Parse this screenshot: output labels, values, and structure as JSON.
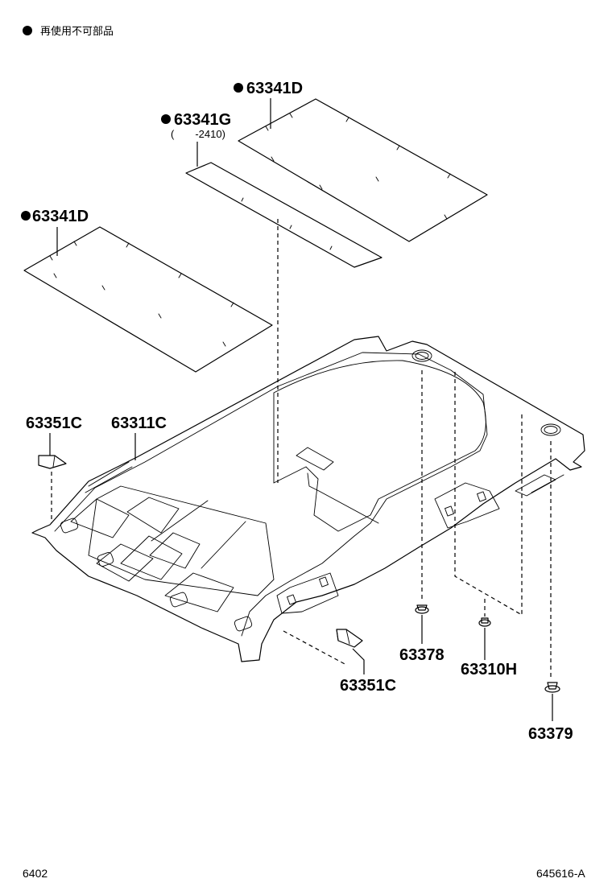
{
  "legend": {
    "text": "再使用不可部品"
  },
  "parts": {
    "p63341d_top": {
      "number": "63341D"
    },
    "p63341g": {
      "number": "63341G",
      "note": "(　　-2410)"
    },
    "p63341d_left": {
      "number": "63341D"
    },
    "p63351c_left": {
      "number": "63351C"
    },
    "p63311c": {
      "number": "63311C"
    },
    "p63351c_bottom": {
      "number": "63351C"
    },
    "p63378": {
      "number": "63378"
    },
    "p63310h": {
      "number": "63310H"
    },
    "p63379": {
      "number": "63379"
    }
  },
  "footer": {
    "left_code": "6402",
    "right_code": "645616-A"
  }
}
